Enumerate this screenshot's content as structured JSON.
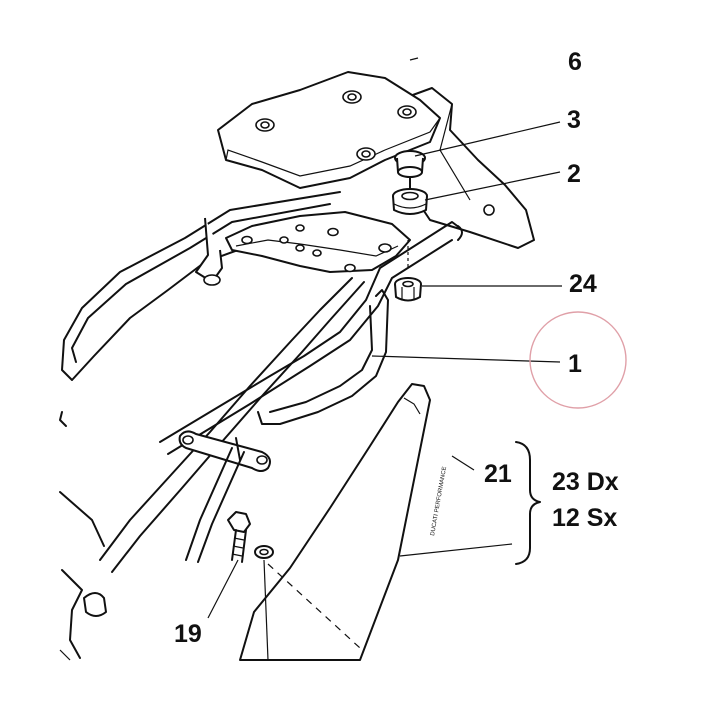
{
  "diagram": {
    "callouts": [
      {
        "id": "part-6",
        "text": "6"
      },
      {
        "id": "part-3",
        "text": "3"
      },
      {
        "id": "part-2",
        "text": "2"
      },
      {
        "id": "part-24",
        "text": "24"
      },
      {
        "id": "part-1",
        "text": "1"
      },
      {
        "id": "part-21",
        "text": "21"
      },
      {
        "id": "part-23",
        "text": "23 Dx"
      },
      {
        "id": "part-12",
        "text": "12 Sx"
      },
      {
        "id": "part-19",
        "text": "19"
      }
    ],
    "decal_text": "DUCATI PERFORMANCE",
    "highlight_color": "#e0a0a8",
    "ink_color": "#111111"
  }
}
